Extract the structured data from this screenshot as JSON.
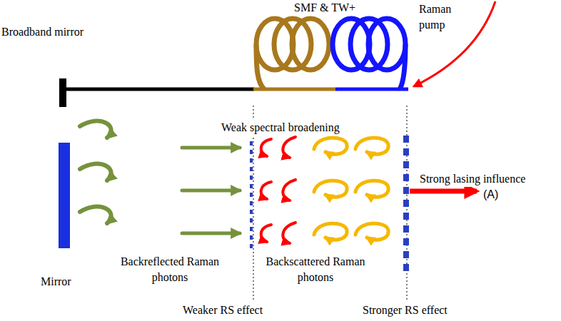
{
  "diagram": {
    "labels": [
      "SMF & TW+",
      "Raman pump",
      "Broadband mirror",
      "Weak spectral broadening",
      "Strong lasing influence",
      "(A)",
      "Mirror",
      "Backreflected Raman photons",
      "Backscattered Raman photons",
      "Weaker RS effect",
      "Stronger RS effect"
    ]
  }
}
